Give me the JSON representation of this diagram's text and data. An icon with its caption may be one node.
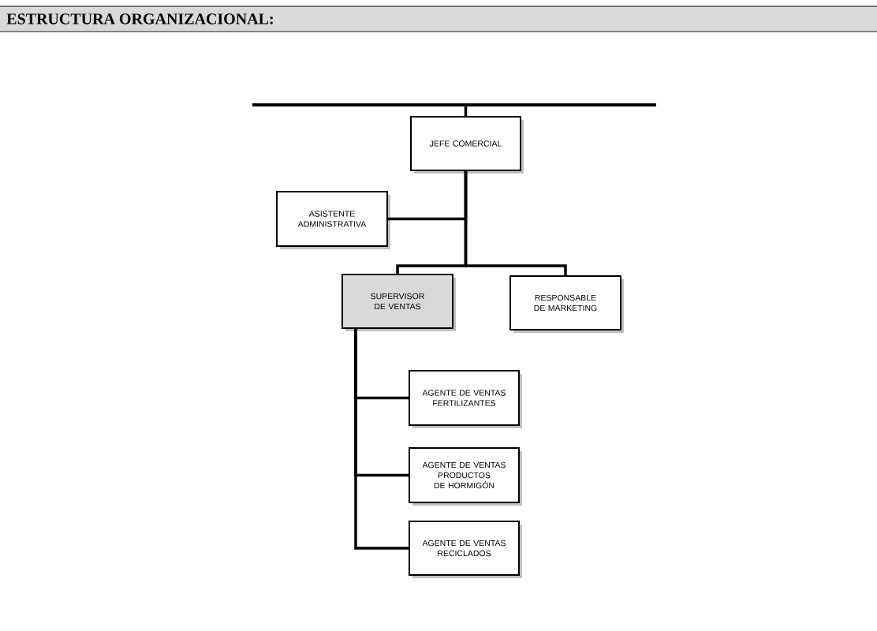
{
  "diagram": {
    "title": "ESTRUCTURA ORGANIZACIONAL:",
    "nodes": [
      {
        "text": [],
        "shape": "bar"
      },
      {
        "text": [
          "JEFE COMERCIAL"
        ]
      },
      {
        "text": [
          "ASISTENTE ADMINISTRATIVA"
        ]
      },
      {
        "text": [
          "SUPERVISOR DE VENTAS"
        ]
      },
      {
        "text": [
          "RESPONSABLE DE MARKETING"
        ]
      },
      {
        "text": [
          "AGENTE DE VENTAS FERTILIZANTES"
        ]
      },
      {
        "text": [
          "AGENTE DE VENTAS PRODUCTOS DE HORMIGÓN"
        ]
      },
      {
        "text": [
          "AGENTE DE VENTAS RECICLADOS"
        ]
      }
    ],
    "edges": [
      {
        "from": 0,
        "to": 1,
        "arrow": "none"
      },
      {
        "from": 1,
        "to": 2,
        "arrow": "none"
      },
      {
        "from": 1,
        "to": 3,
        "arrow": "none"
      },
      {
        "from": 1,
        "to": 4,
        "arrow": "none"
      },
      {
        "from": 3,
        "to": 5,
        "arrow": "none"
      },
      {
        "from": 3,
        "to": 6,
        "arrow": "none"
      },
      {
        "from": 3,
        "to": 7,
        "arrow": "none"
      }
    ]
  }
}
